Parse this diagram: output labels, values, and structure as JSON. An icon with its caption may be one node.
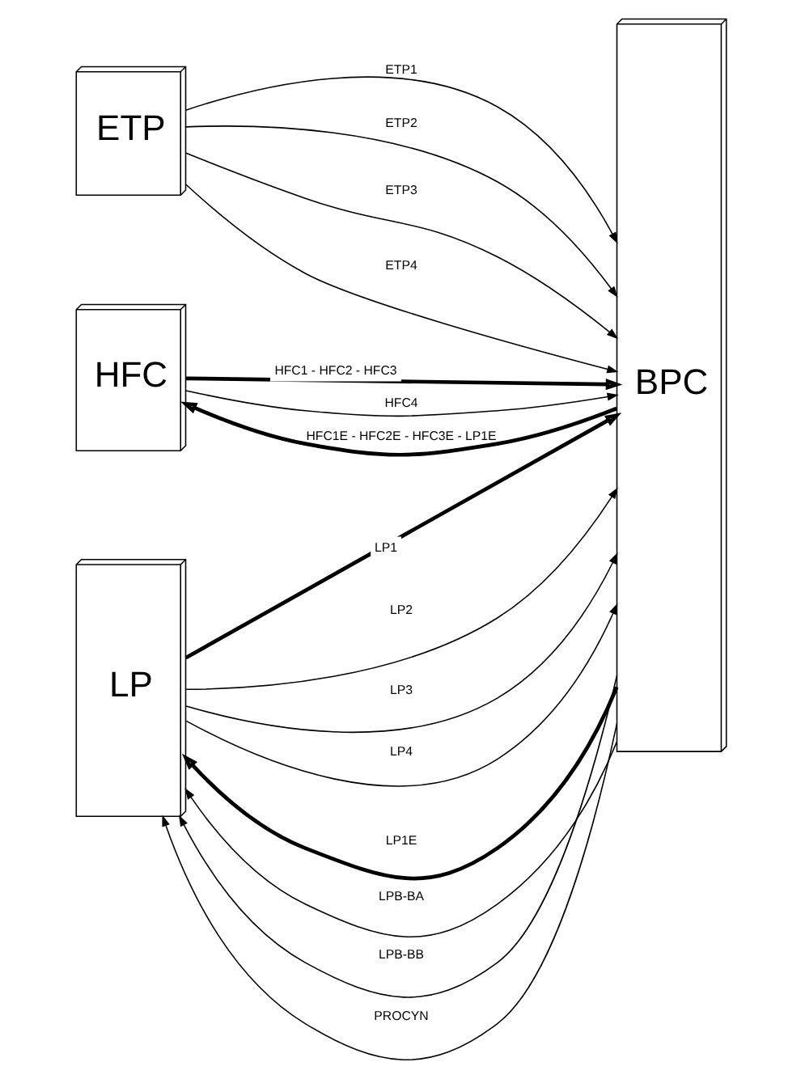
{
  "diagram": {
    "nodes": [
      {
        "text": [
          "ETP"
        ]
      },
      {
        "text": [
          "HFC"
        ]
      },
      {
        "text": [
          "LP"
        ]
      },
      {
        "text": [
          "BPC"
        ]
      }
    ],
    "edges": [
      {
        "from": 0,
        "to": 3,
        "arrow": "to",
        "label": "ETP1"
      },
      {
        "from": 0,
        "to": 3,
        "arrow": "to",
        "label": "ETP2"
      },
      {
        "from": 0,
        "to": 3,
        "arrow": "to",
        "label": "ETP3"
      },
      {
        "from": 0,
        "to": 3,
        "arrow": "to",
        "label": "ETP4"
      },
      {
        "from": 1,
        "to": 3,
        "arrow": "to",
        "label": "HFC1 - HFC2 - HFC3",
        "style": "thick"
      },
      {
        "from": 1,
        "to": 3,
        "arrow": "to",
        "label": "HFC4"
      },
      {
        "from": 3,
        "to": 1,
        "arrow": "to",
        "label": "HFC1E - HFC2E - HFC3E - LP1E",
        "style": "thick"
      },
      {
        "from": 3,
        "to": 2,
        "arrow": "to",
        "label": "LP1E",
        "style": "thick"
      },
      {
        "from": 2,
        "to": 3,
        "arrow": "to",
        "label": "LP1",
        "style": "thick"
      },
      {
        "from": 2,
        "to": 3,
        "arrow": "to",
        "label": "LP2"
      },
      {
        "from": 2,
        "to": 3,
        "arrow": "to",
        "label": "LP3"
      },
      {
        "from": 2,
        "to": 3,
        "arrow": "to",
        "label": "LP4"
      },
      {
        "from": 3,
        "to": 2,
        "arrow": "to",
        "label": "LPB-BA"
      },
      {
        "from": 3,
        "to": 2,
        "arrow": "to",
        "label": "LPB-BB"
      },
      {
        "from": 3,
        "to": 2,
        "arrow": "to",
        "label": "PROCYN"
      }
    ]
  }
}
